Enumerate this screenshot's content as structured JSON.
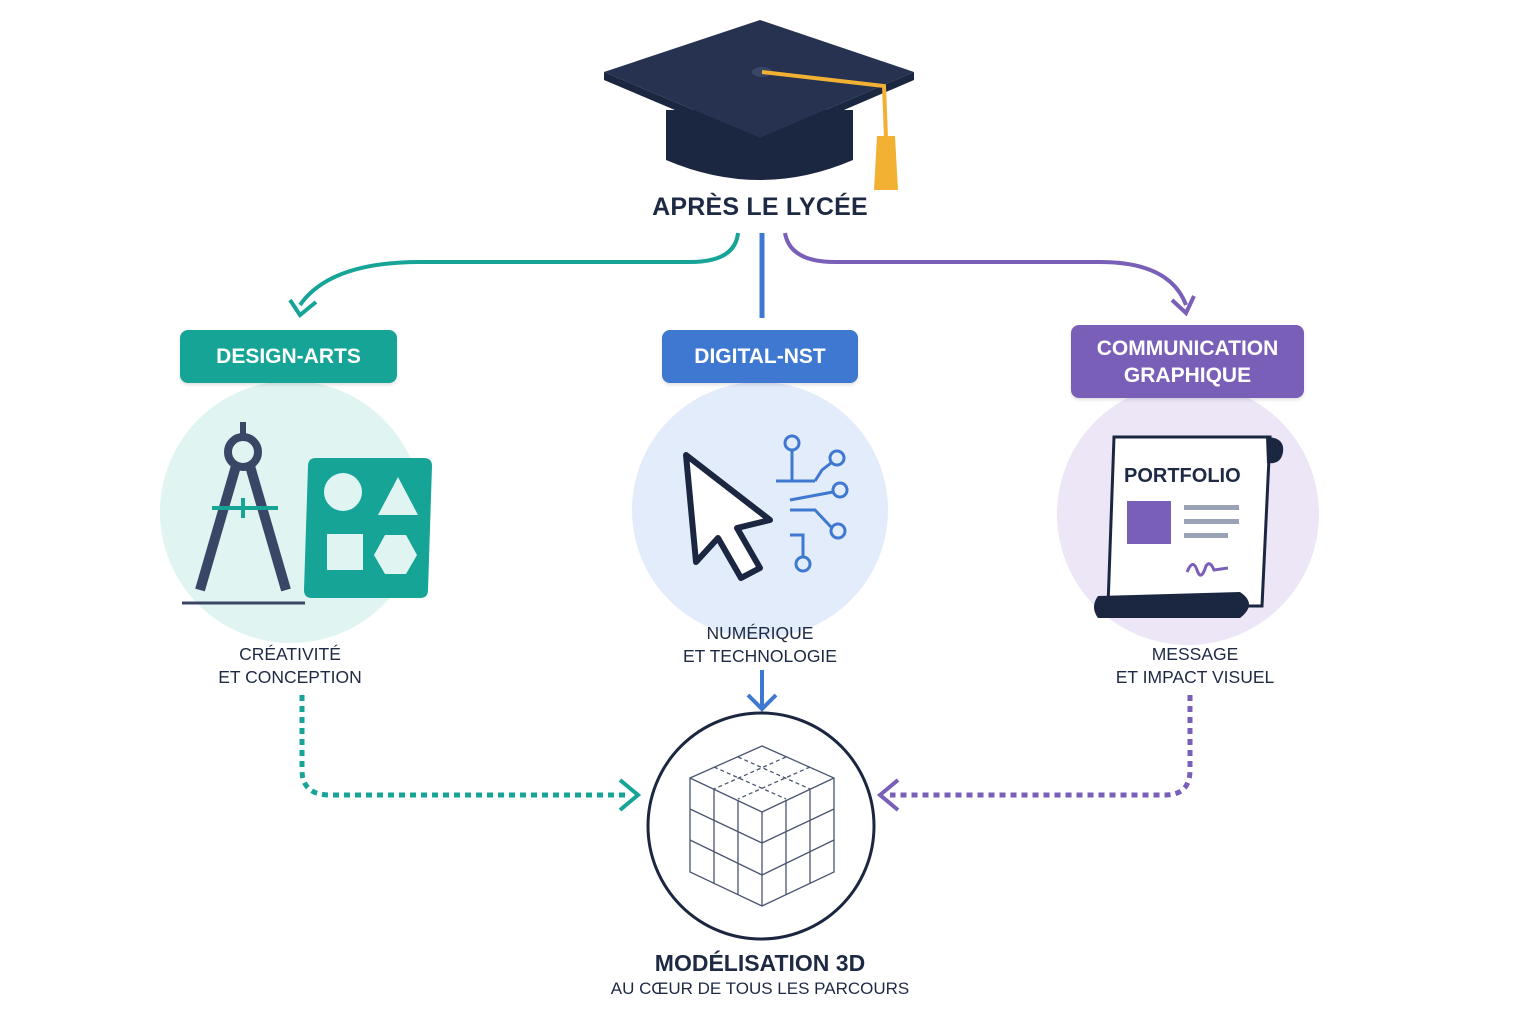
{
  "top": {
    "title": "APRÈS LE LYCÉE"
  },
  "paths": [
    {
      "label": "DESIGN-ARTS",
      "caption_line1": "CRÉATIVITÉ",
      "caption_line2": "ET CONCEPTION",
      "color": "#15a496"
    },
    {
      "label": "DIGITAL-NST",
      "caption_line1": "NUMÉRIQUE",
      "caption_line2": "ET TECHNOLOGIE",
      "color": "#3f78d0"
    },
    {
      "label_line1": "COMMUNICATION",
      "label_line2": "GRAPHIQUE",
      "caption_line1": "MESSAGE",
      "caption_line2": "ET IMPACT VISUEL",
      "color": "#7a5fb8",
      "document_title": "PORTFOLIO"
    }
  ],
  "bottom": {
    "title": "MODÉLISATION 3D",
    "subtitle": "AU CŒUR DE TOUS LES PARCOURS"
  },
  "icons": [
    "graduation-cap-icon",
    "compass-icon",
    "shape-template-icon",
    "cursor-icon",
    "circuit-icon",
    "portfolio-scroll-icon",
    "wireframe-cube-icon"
  ],
  "colors": {
    "dark": "#1e2a44",
    "tassel": "#f2b133",
    "teal_bg": "#e0f4f2",
    "blue_bg": "#e3ecfb",
    "purple_bg": "#ece6f7"
  }
}
